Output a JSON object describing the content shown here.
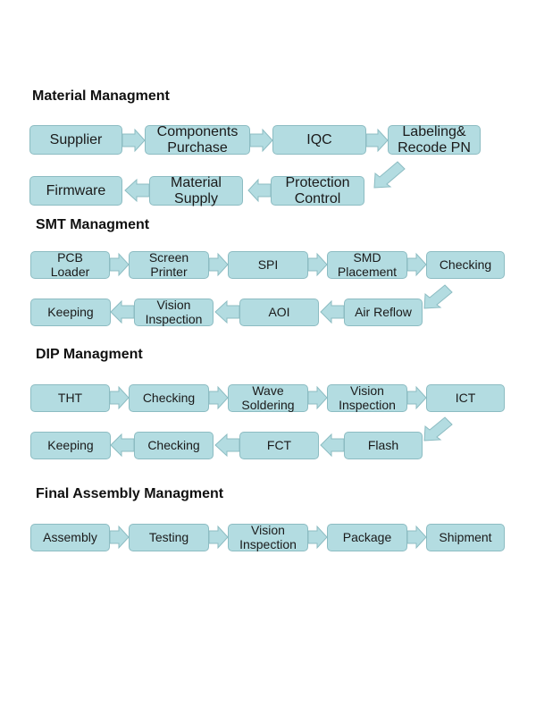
{
  "sections": [
    {
      "title": "Material Managment",
      "row1": [
        "Supplier",
        "Components\nPurchase",
        "IQC",
        "Labeling&\nRecode PN"
      ],
      "row2": [
        "Firmware",
        "Material\nSupply",
        "Protection\nControl"
      ]
    },
    {
      "title": "SMT Managment",
      "row1": [
        "PCB\nLoader",
        "Screen\nPrinter",
        "SPI",
        "SMD\nPlacement",
        "Checking"
      ],
      "row2": [
        "Keeping",
        "Vision\nInspection",
        "AOI",
        "Air Reflow"
      ]
    },
    {
      "title": "DIP Managment",
      "row1": [
        "THT",
        "Checking",
        "Wave\nSoldering",
        "Vision\nInspection",
        "ICT"
      ],
      "row2": [
        "Keeping",
        "Checking",
        "FCT",
        "Flash"
      ]
    },
    {
      "title": "Final Assembly Managment",
      "row1": [
        "Assembly",
        "Testing",
        "Vision\nInspection",
        "Package",
        "Shipment"
      ]
    }
  ],
  "colors": {
    "box_fill": "#b3dce1",
    "box_border": "#8cbcc2"
  }
}
